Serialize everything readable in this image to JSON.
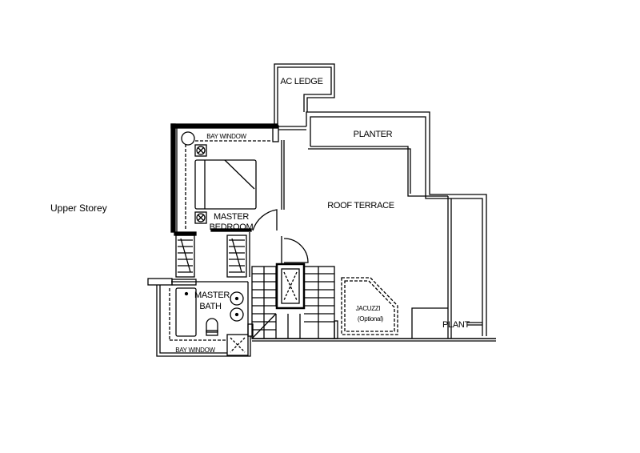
{
  "title": "Upper Storey",
  "rooms": {
    "ac_ledge": "AC LEDGE",
    "planter": "PLANTER",
    "roof_terrace": "ROOF TERRACE",
    "bay_window_top": "BAY WINDOW",
    "master_bedroom_1": "MASTER",
    "master_bedroom_2": "BEDROOM",
    "master_bath_1": "MASTER",
    "master_bath_2": "BATH",
    "bay_window_bottom": "BAY WINDOW",
    "jacuzzi": "JACUZZI",
    "jacuzzi_note": "(Optional)",
    "plant": "PLANT"
  },
  "colors": {
    "line": "#000000",
    "background": "#ffffff"
  }
}
